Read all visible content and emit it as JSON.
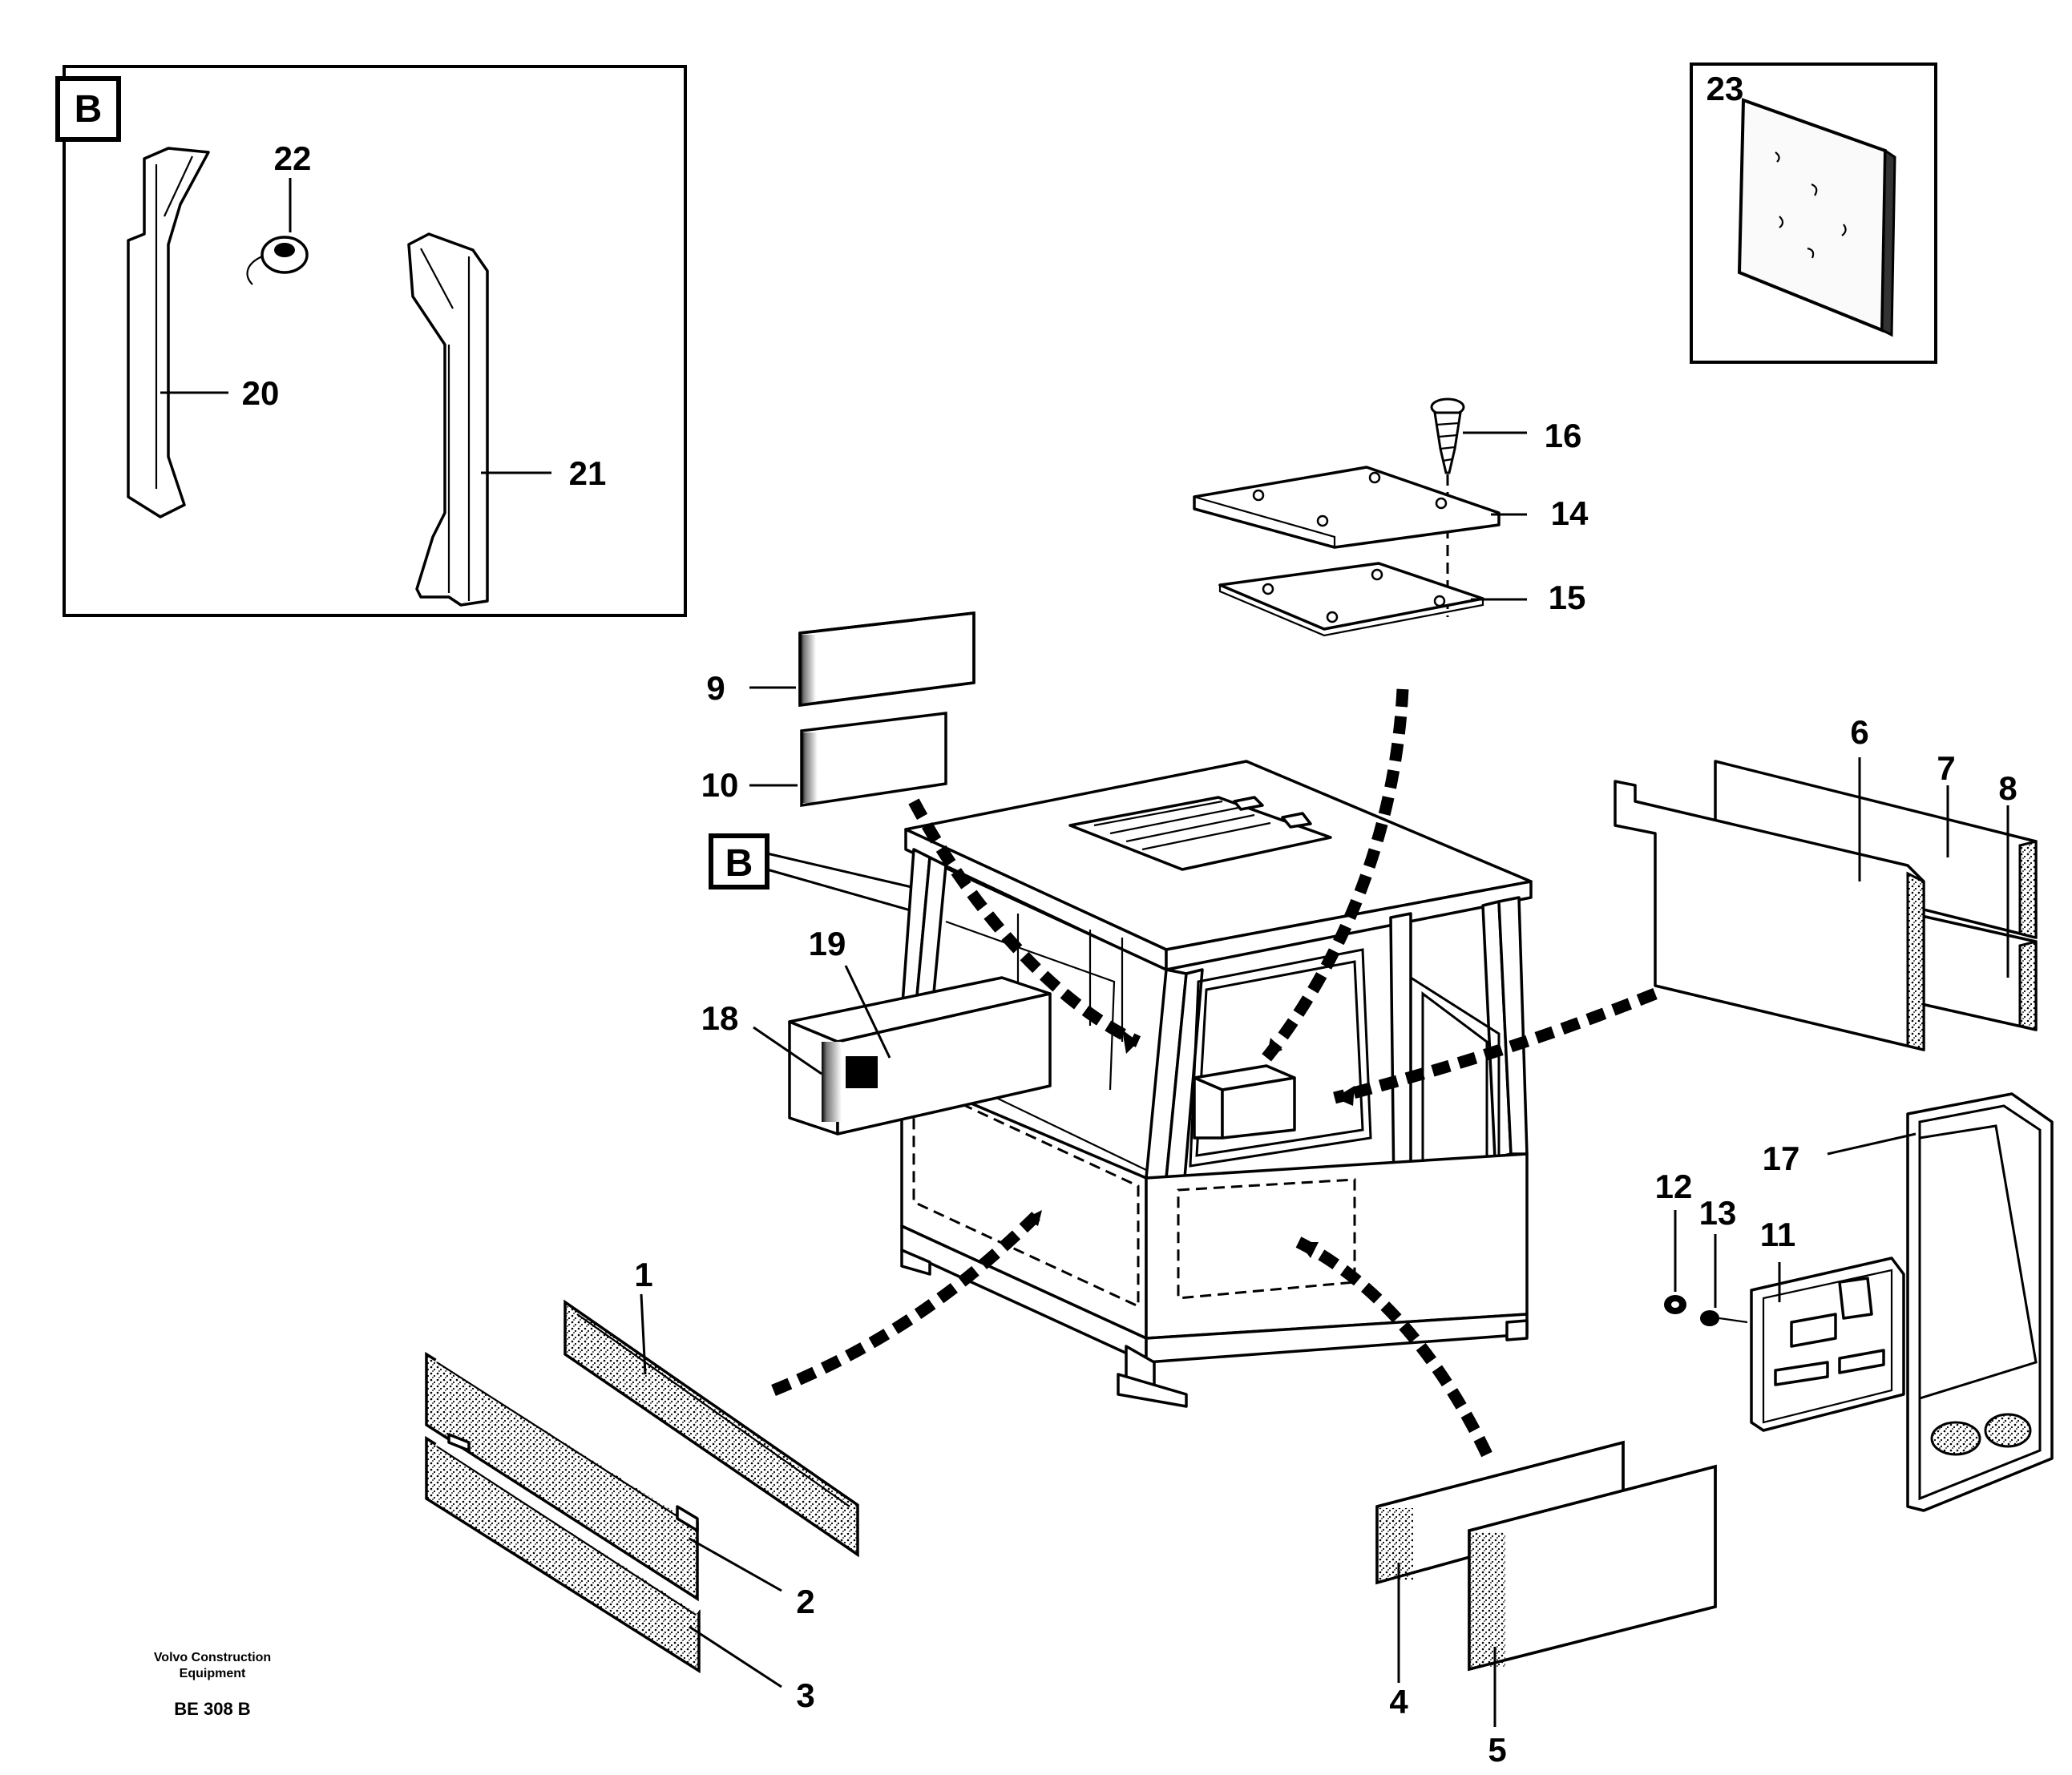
{
  "diagram": {
    "detail_marker": "B",
    "callouts": {
      "c1": "1",
      "c2": "2",
      "c3": "3",
      "c4": "4",
      "c5": "5",
      "c6": "6",
      "c7": "7",
      "c8": "8",
      "c9": "9",
      "c10": "10",
      "c11": "11",
      "c12": "12",
      "c13": "13",
      "c14": "14",
      "c15": "15",
      "c16": "16",
      "c17": "17",
      "c18": "18",
      "c19": "19",
      "c20": "20",
      "c21": "21",
      "c22": "22",
      "c23": "23"
    },
    "footer": {
      "company_line1": "Volvo Construction",
      "company_line2": "Equipment",
      "drawing_code": "BE 308 B"
    }
  }
}
